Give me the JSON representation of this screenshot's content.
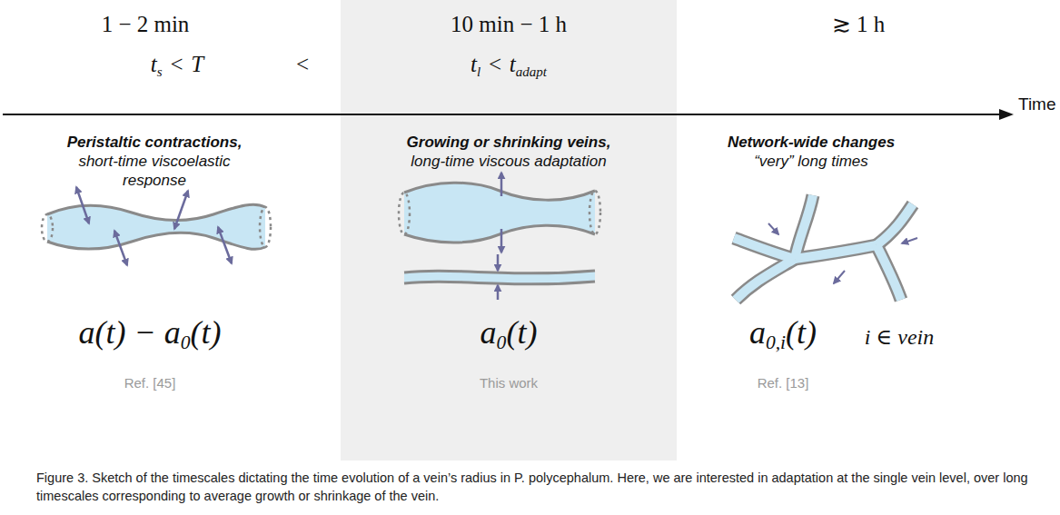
{
  "diagram": {
    "caption": "Figure 3. Sketch of the timescales dictating the time evolution of a vein’s radius in P. polycephalum. Here, we are interested in adaptation at the single vein level, over long timescales corresponding to average growth or shrinkage of the vein.",
    "nodes": [
      {
        "text": [
          "10 min − 1 h",
          "t",
          "l",
          "<",
          "t",
          "adapt",
          "Growing or shrinking veins,",
          "long-time viscous adaptation",
          "a",
          "0",
          "(t)",
          "This work"
        ]
      }
    ],
    "labels": [
      "1 − 2 min",
      "≳ 1 h",
      "t",
      "s",
      "<",
      "T",
      "<",
      "Time",
      "Peristaltic contractions,",
      "short-time viscoelastic response",
      "Network-wide changes",
      "“very” long times",
      "a(t) − a",
      "0",
      "(t)",
      "a",
      "0,i",
      "(t)",
      "i ∈ vein",
      "Ref. [45]",
      "Ref. [13]"
    ]
  }
}
